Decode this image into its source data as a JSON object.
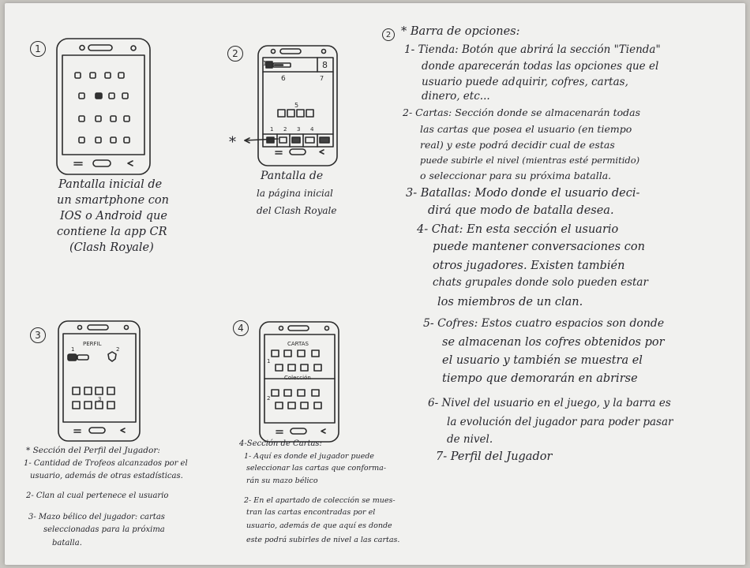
{
  "panel1": {
    "number": "1",
    "caption": [
      "Pantalla inicial de",
      "un smartphone con",
      "IOS o Android que",
      "contiene la app CR",
      "(Clash Royale)"
    ]
  },
  "panel2": {
    "number": "2",
    "caption": [
      "Pantalla de",
      "la página inicial",
      "del Clash Royale"
    ],
    "labels": {
      "one": "1",
      "six": "6",
      "seven": "7",
      "eight": "8",
      "five": "5",
      "b1": "1",
      "b2": "2",
      "b3": "3",
      "b4": "4",
      "star": "*"
    }
  },
  "panel3": {
    "number": "3",
    "screen_title": "PERFIL",
    "labels": {
      "one": "1",
      "two": "2",
      "three": "3"
    },
    "notes_title": "* Sección del Perfil del Jugador:",
    "notes": [
      "1- Cantidad de Trofeos alcanzados por el",
      "usuario, además de otras estadísticas.",
      "2- Clan al cual pertenece el usuario",
      "3- Mazo bélico del jugador: cartas",
      "seleccionadas para la próxima",
      "batalla."
    ]
  },
  "panel4": {
    "number": "4",
    "screen_title": "CARTAS",
    "sub_title": "Colección",
    "labels": {
      "one": "1",
      "two": "2"
    },
    "notes_title": "4-Sección de Cartas:",
    "notes": [
      "1- Aquí es donde el jugador puede",
      "seleccionar las cartas que conforma-",
      "rán su mazo bélico",
      "2- En el apartado de colección se mues-",
      "tran las cartas encontradas por el",
      "usuario, además de que aquí es donde",
      "este podrá subirles de nivel a las cartas."
    ]
  },
  "options": {
    "number": "2",
    "title": "* Barra de opciones:",
    "lines": [
      "1- Tienda: Botón que abrirá la sección \"Tienda\"",
      "donde aparecerán todas las opciones que el",
      "usuario puede adquirir, cofres, cartas,",
      "dinero, etc...",
      "2- Cartas: Sección donde se almacenarán todas",
      "las cartas que posea el usuario (en tiempo",
      "real) y este podrá decidir cual de estas",
      "puede subirle el nivel (mientras esté permitido)",
      "o seleccionar para su próxima batalla.",
      "3- Batallas: Modo donde el usuario deci-",
      "dirá que modo de batalla desea.",
      "4- Chat: En esta sección el usuario",
      "puede mantener conversaciones con",
      "otros jugadores. Existen también",
      "chats grupales donde solo pueden estar",
      "los miembros de un clan.",
      "5- Cofres: Estos cuatro espacios son donde",
      "se almacenan los cofres obtenidos por",
      "el usuario y también se muestra el",
      "tiempo que demorarán en abrirse",
      "6- Nivel del usuario en el juego, y la barra es",
      "la evolución del jugador para poder pasar",
      "de nivel.",
      "7- Perfil del Jugador"
    ]
  }
}
